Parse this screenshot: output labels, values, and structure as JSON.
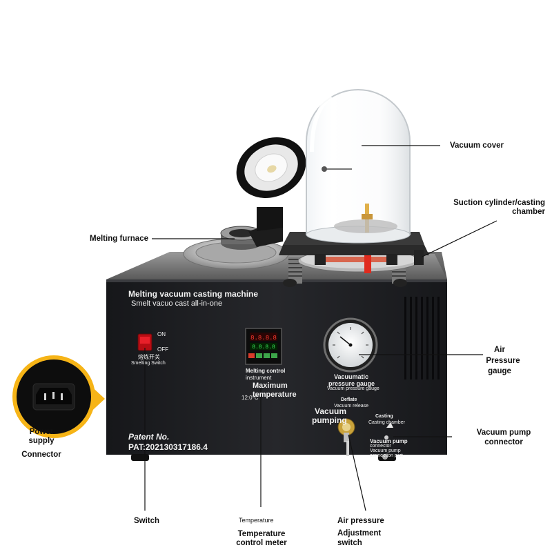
{
  "callouts": {
    "vacuum_cover": "Vacuum cover",
    "suction_cylinder_1": "Suction cylinder/casting",
    "suction_cylinder_2": "chamber",
    "melting_furnace": "Melting furnace",
    "air_pressure_gauge_1": "Air",
    "air_pressure_gauge_2": "Pressure",
    "air_pressure_gauge_3": "gauge",
    "power_supply_1": "Power",
    "power_supply_2": "supply",
    "power_supply_3": "Connector",
    "vacuum_pump_connector_1": "Vacuum pump",
    "vacuum_pump_connector_2": "connector",
    "switch": "Switch",
    "temperature_small": "Temperature",
    "temperature_meter_1": "Temperature",
    "temperature_meter_2": "control meter",
    "air_pressure_switch_1": "Air pressure",
    "air_pressure_switch_2": "Adjustment",
    "air_pressure_switch_3": "switch"
  },
  "panel": {
    "title_line1": "Melting vacuum casting machine",
    "title_line2": "Smelt vacuo cast all-in-one",
    "on": "ON",
    "off": "OFF",
    "switch_cn": "熔炼开关",
    "switch_en": "Smelting Switch",
    "control_label": "Melting control",
    "instrument": "instrument",
    "max_temp_1": "Maximum",
    "max_temp_2": "temperature",
    "max_temp_value": "12:0°C",
    "gauge_label_1": "Vacuumatic",
    "gauge_label_2": "pressure gauge",
    "gauge_sub": "Vacuum pressure gauge",
    "deflate": "Deflate",
    "vacuum_release": "Vacuum release",
    "vacuum_pumping_1": "Vacuum",
    "vacuum_pumping_2": "pumping",
    "casting": "Casting",
    "casting_chamber": "Casting chamber",
    "pump_connector_1": "Vacuum pump",
    "pump_connector_2": "connector",
    "pump_connector_3": "Vacuum pump",
    "pump_connector_4": "connection port",
    "patent_1": "Patent No.",
    "patent_2": "PAT:202130317186.4"
  },
  "colors": {
    "cabinet": "#1c1d20",
    "top_plate": "#c9c9c9",
    "switch_red": "#d8101a",
    "callout_yellow": "#f6b417",
    "brass": "#c9a23a"
  }
}
